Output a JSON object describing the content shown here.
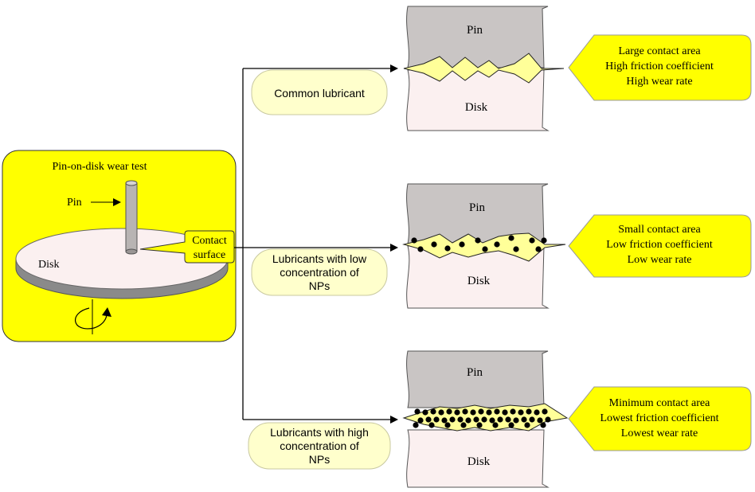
{
  "test_panel": {
    "title": "Pin-on-disk wear test",
    "pin_label": "Pin",
    "disk_label": "Disk",
    "callout_line1": "Contact",
    "callout_line2": "surface"
  },
  "colors": {
    "panel_yellow": "#ffff00",
    "lubricant_yellow": "#ffff99",
    "result_yellow": "#ffff00",
    "pin_gray": "#c9c5c4",
    "disk_pink": "#fbf0f0",
    "lubricant_bubble": "#ffffcc",
    "bubble_border": "#c8c8a0",
    "particle": "#000000"
  },
  "cases": [
    {
      "lubricant_lines": [
        "Common lubricant"
      ],
      "pin_label": "Pin",
      "disk_label": "Disk",
      "nanoparticles": "none",
      "result_lines": [
        "Large contact area",
        "High friction coefficient",
        "High wear rate"
      ]
    },
    {
      "lubricant_lines": [
        "Lubricants with low",
        "concentration of",
        "NPs"
      ],
      "pin_label": "Pin",
      "disk_label": "Disk",
      "nanoparticles": "low",
      "result_lines": [
        "Small contact area",
        "Low friction coefficient",
        "Low wear rate"
      ]
    },
    {
      "lubricant_lines": [
        "Lubricants with high",
        "concentration of",
        "NPs"
      ],
      "pin_label": "Pin",
      "disk_label": "Disk",
      "nanoparticles": "high",
      "result_lines": [
        "Minimum contact area",
        "Lowest friction coefficient",
        "Lowest wear rate"
      ]
    }
  ]
}
